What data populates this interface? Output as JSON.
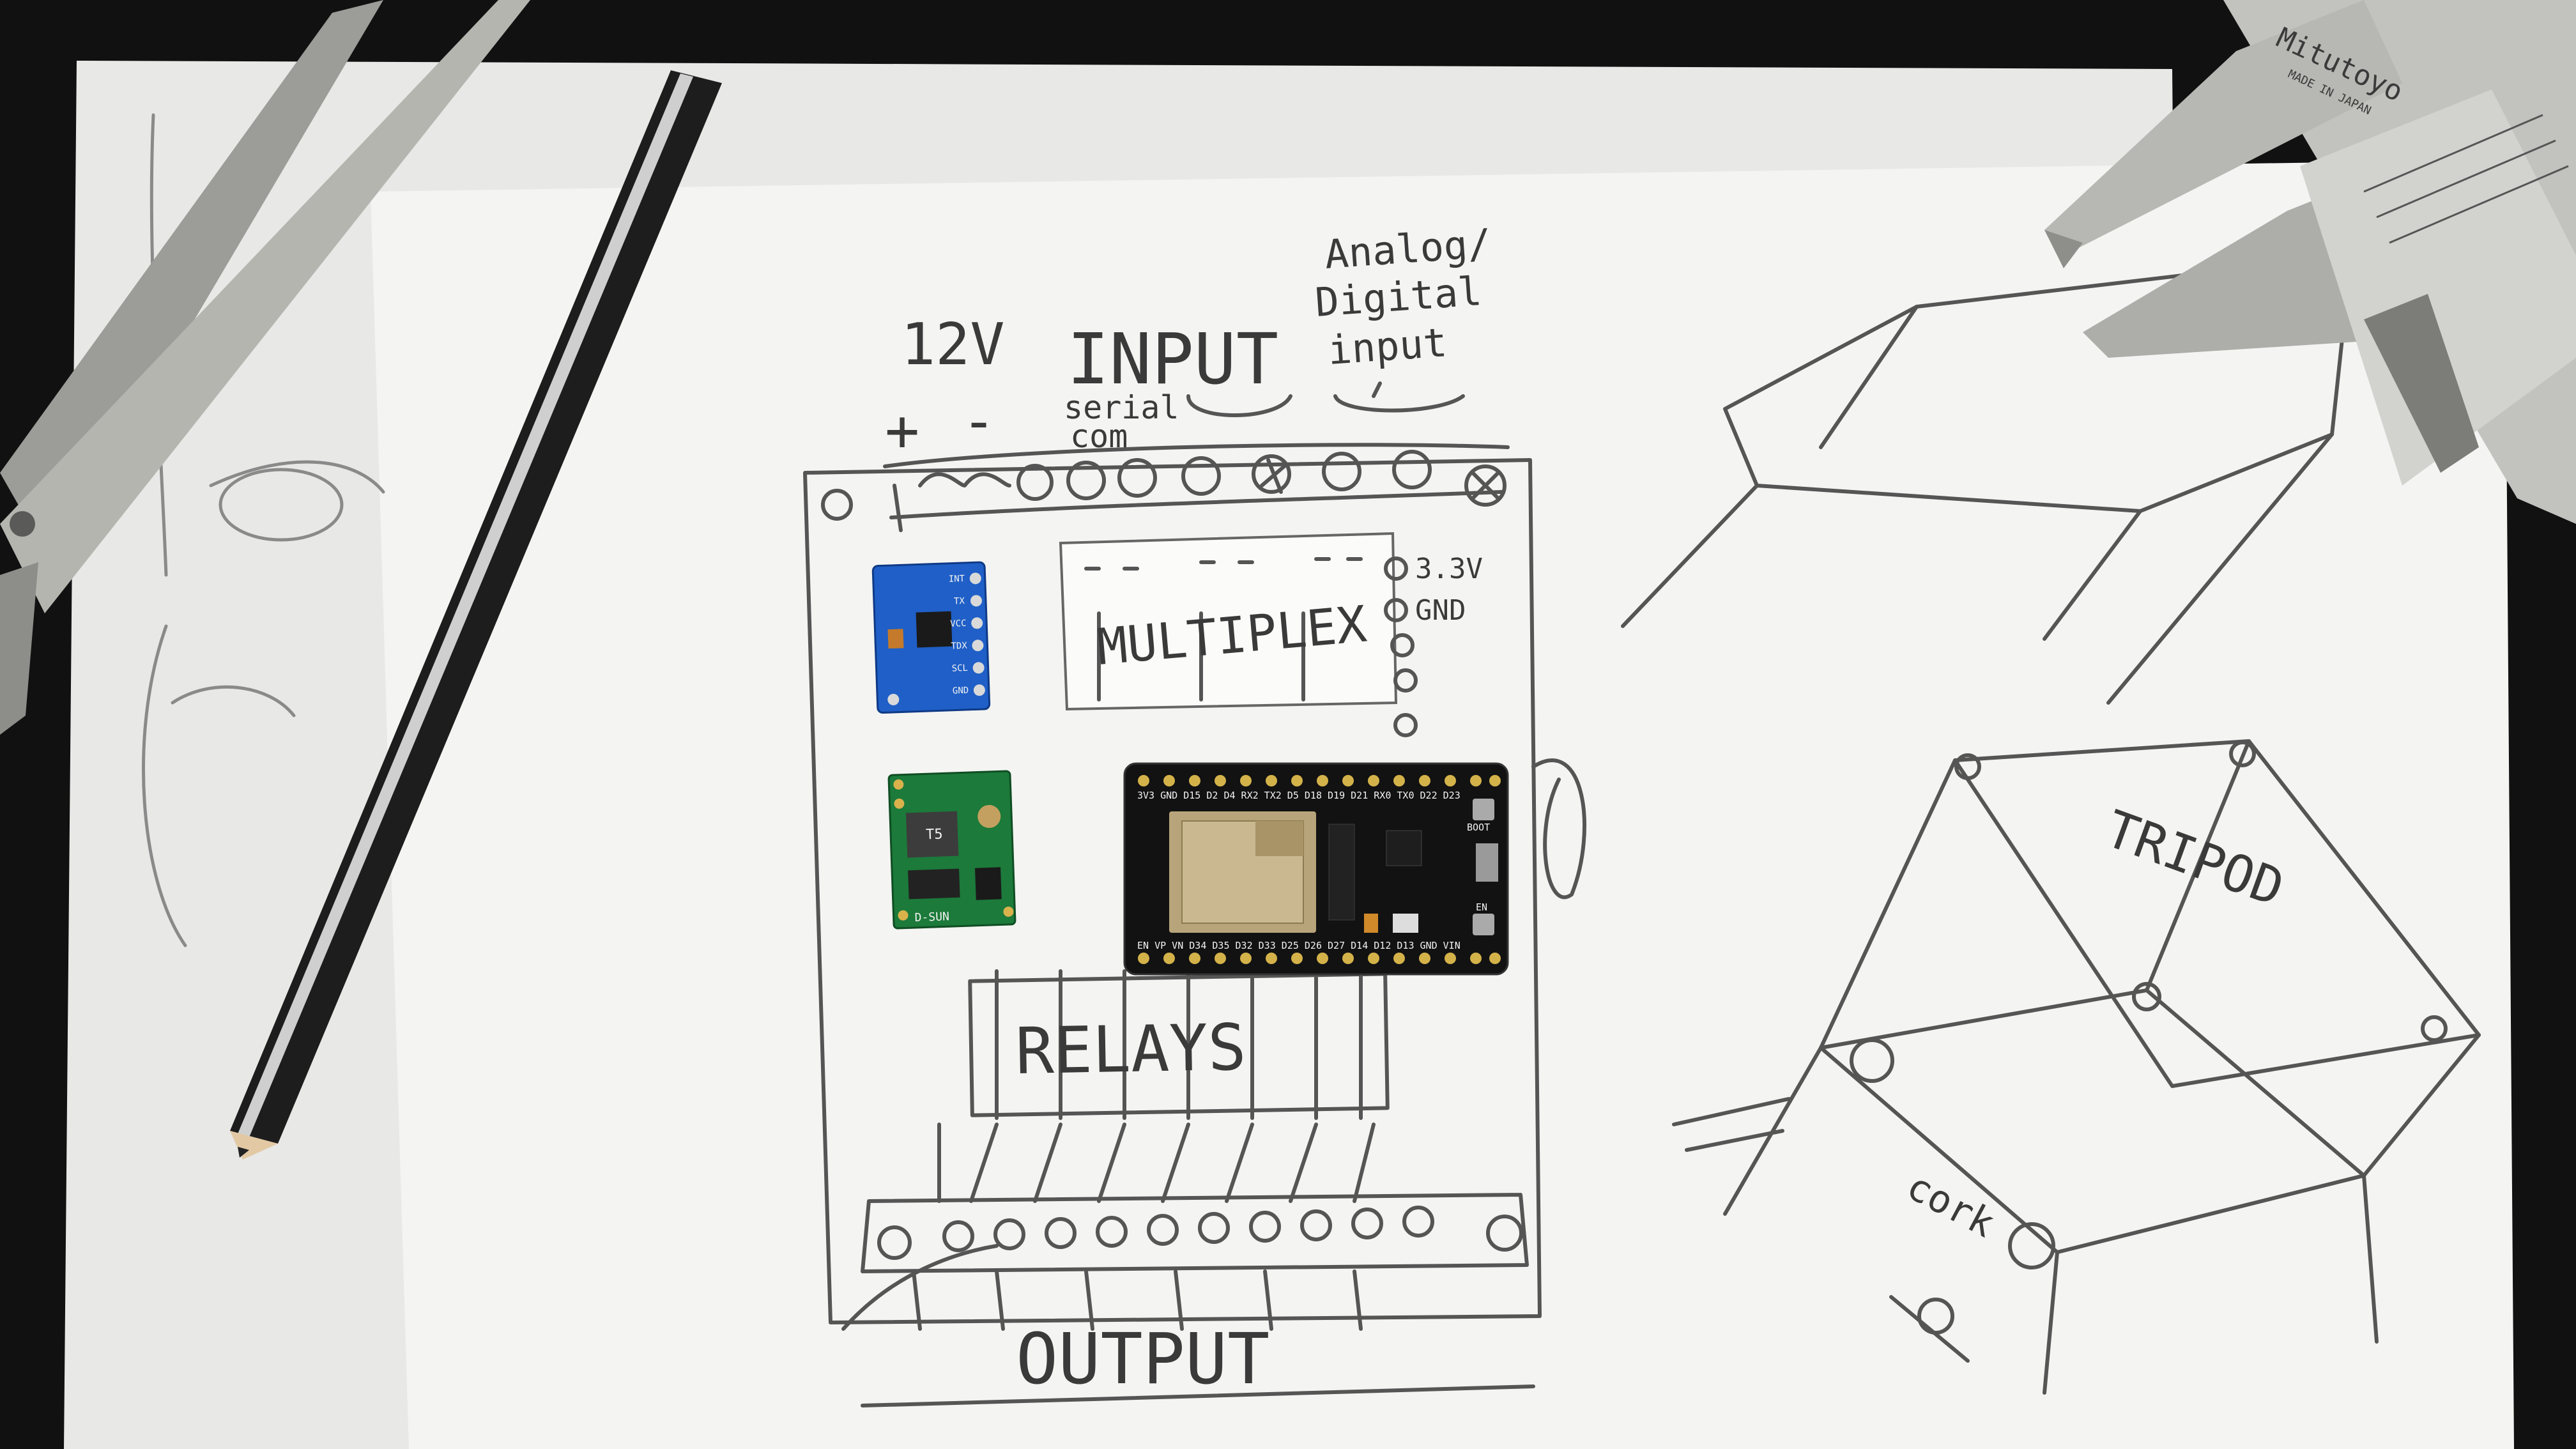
{
  "labels": {
    "supply": "12V",
    "plus": "+",
    "minus": "-",
    "input": "INPUT",
    "serial": "serial",
    "com": "com",
    "analog": "Analog/",
    "digital": "Digital",
    "input_small": "input",
    "multiplex": "MULTIPLEX",
    "pin_3v3": "3.3V",
    "pin_gnd": "GND",
    "relays": "RELAYS",
    "output": "OUTPUT",
    "tripod": "TRIPOD",
    "cork": "cork"
  },
  "components": {
    "imu_board": {
      "pins": [
        "INT",
        "TX",
        "VCC",
        "TDX",
        "SCL",
        "GND"
      ]
    },
    "buck_board": {
      "brand": "D-SUN",
      "chip": "T5"
    },
    "esp32_board": {
      "top_pins": "3V3 GND D15 D2 D4 RX2 TX2 D5 D18 D19 D21 RX0 TX0 D22 D23",
      "bottom_pins": "EN VP VN D34 D35 D32 D33 D25 D26 D27 D14 D12 D13 GND VIN",
      "boot_label": "BOOT",
      "en_label": "EN"
    },
    "caliper": {
      "brand": "Mitutoyo",
      "sub": "MADE IN JAPAN"
    }
  },
  "colors": {
    "background": "#111111",
    "paper": "#f3f3f1",
    "pencil_line": "#555555",
    "imu_pcb": "#1f5fc7",
    "buck_pcb": "#1c7a3a",
    "esp32_pcb": "#121212",
    "esp32_module": "#b8a47a"
  }
}
